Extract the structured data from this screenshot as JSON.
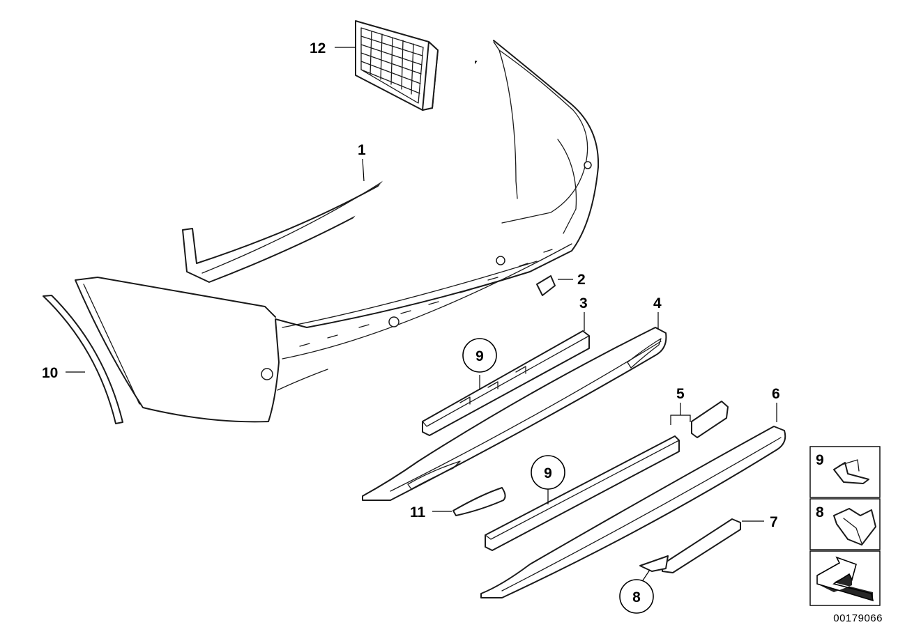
{
  "callouts": {
    "c1": "1",
    "c2": "2",
    "c3": "3",
    "c4": "4",
    "c5": "5",
    "c6": "6",
    "c7": "7",
    "c8": "8",
    "c9a": "9",
    "c9b": "9",
    "c10": "10",
    "c11": "11",
    "c12": "12"
  },
  "legend": {
    "item_a": "9",
    "item_b": "8"
  },
  "reference_number": "00179066"
}
